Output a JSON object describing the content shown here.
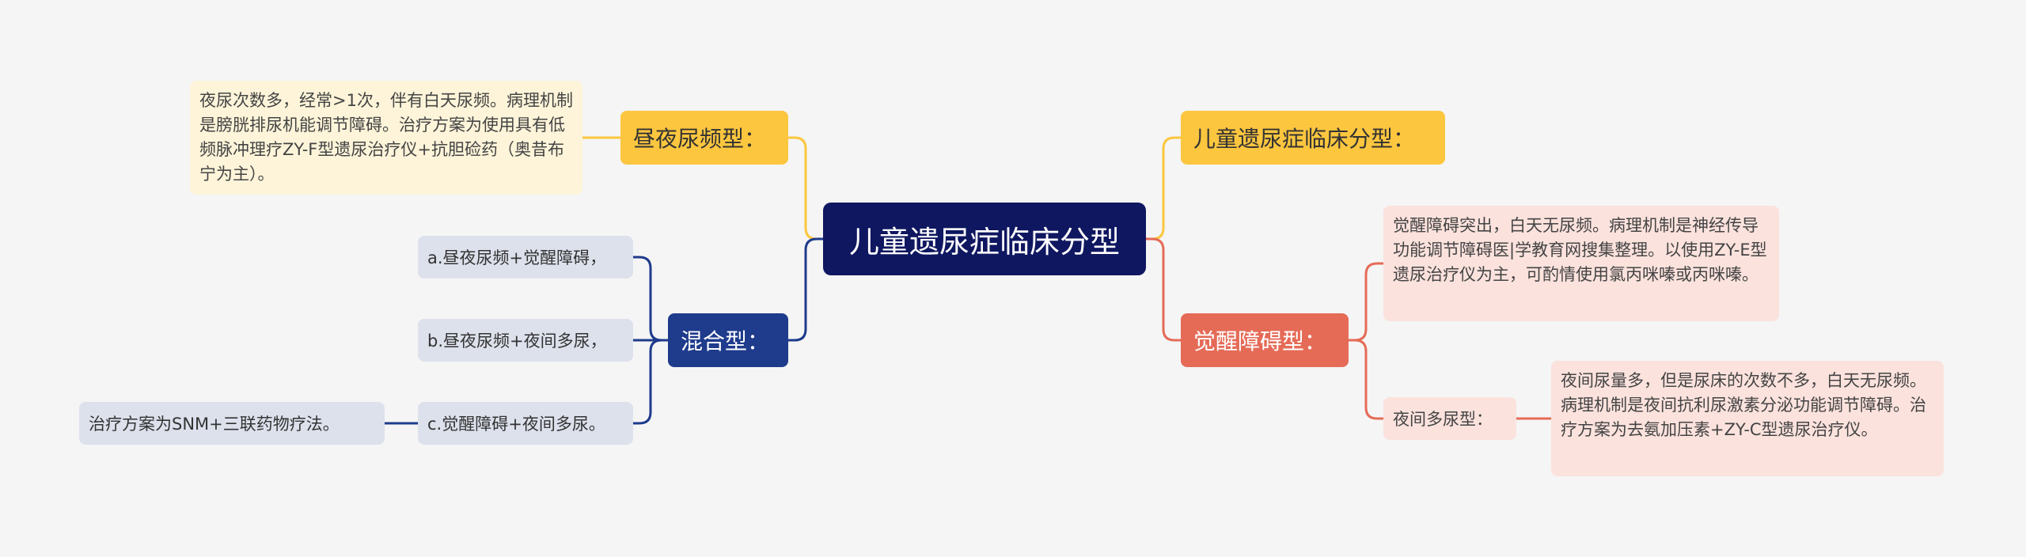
{
  "root": "儿童遗尿症临床分型",
  "left": {
    "day_night": {
      "label": "昼夜尿频型：",
      "detail": "夜尿次数多，经常>1次，伴有白天尿频。病理机制是膀胱排尿机能调节障碍。治疗方案为使用具有低频脉冲理疗ZY-F型遗尿治疗仪+抗胆硷药（奥昔布宁为主）。"
    },
    "mixed": {
      "label": "混合型：",
      "items": [
        {
          "label": "a.昼夜尿频+觉醒障碍，"
        },
        {
          "label": "b.昼夜尿频+夜间多尿，"
        },
        {
          "label": "c.觉醒障碍+夜间多尿。",
          "detail": "治疗方案为SNM+三联药物疗法。"
        }
      ]
    }
  },
  "right": {
    "title_branch": {
      "label": "儿童遗尿症临床分型："
    },
    "arousal": {
      "label": "觉醒障碍型：",
      "detail": "觉醒障碍突出，白天无尿频。病理机制是神经传导功能调节障碍医|学教育网搜集整理。以使用ZY-E型遗尿治疗仪为主，可酌情使用氯丙咪嗪或丙咪嗪。",
      "sub": {
        "label": "夜间多尿型：",
        "detail": "夜间尿量多，但是尿床的次数不多，白天无尿频。病理机制是夜间抗利尿激素分泌功能调节障碍。治疗方案为去氨加压素+ZY-C型遗尿治疗仪。"
      }
    }
  },
  "colors": {
    "background": "#f5f5f5",
    "root": "#0f1760",
    "yellow": "#fcc63f",
    "yellow_light": "#fdf4d9",
    "blue": "#1e3b8c",
    "blue_light": "#dde1ec",
    "red": "#e56b57",
    "red_light": "#fbe2dd"
  }
}
